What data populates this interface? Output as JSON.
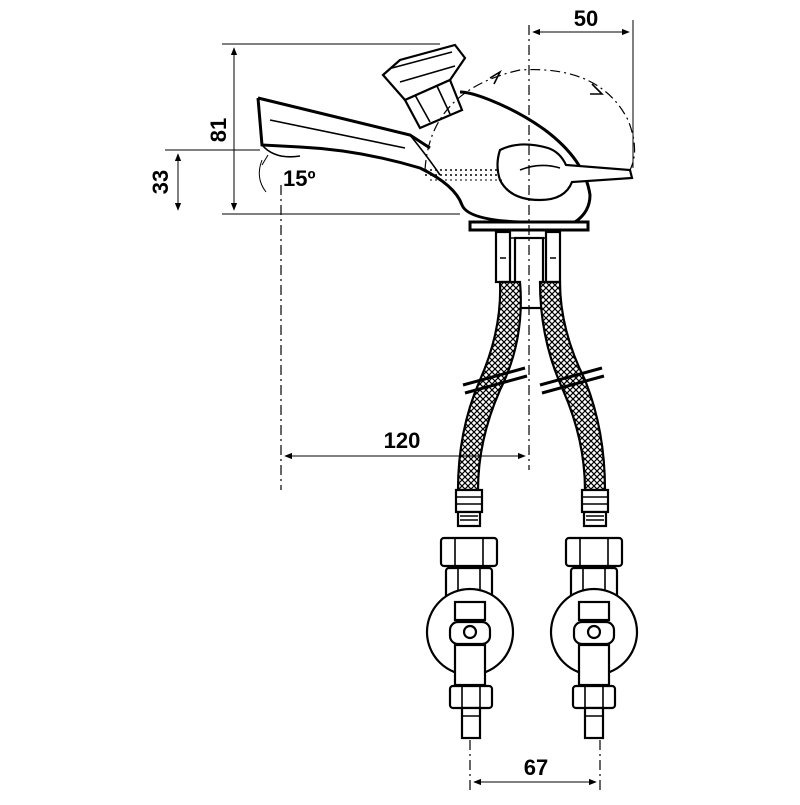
{
  "dimensions": {
    "height_total": "81",
    "height_spout": "33",
    "angle": "15º",
    "lever_reach": "50",
    "projection": "120",
    "inlet_spacing": "67"
  }
}
